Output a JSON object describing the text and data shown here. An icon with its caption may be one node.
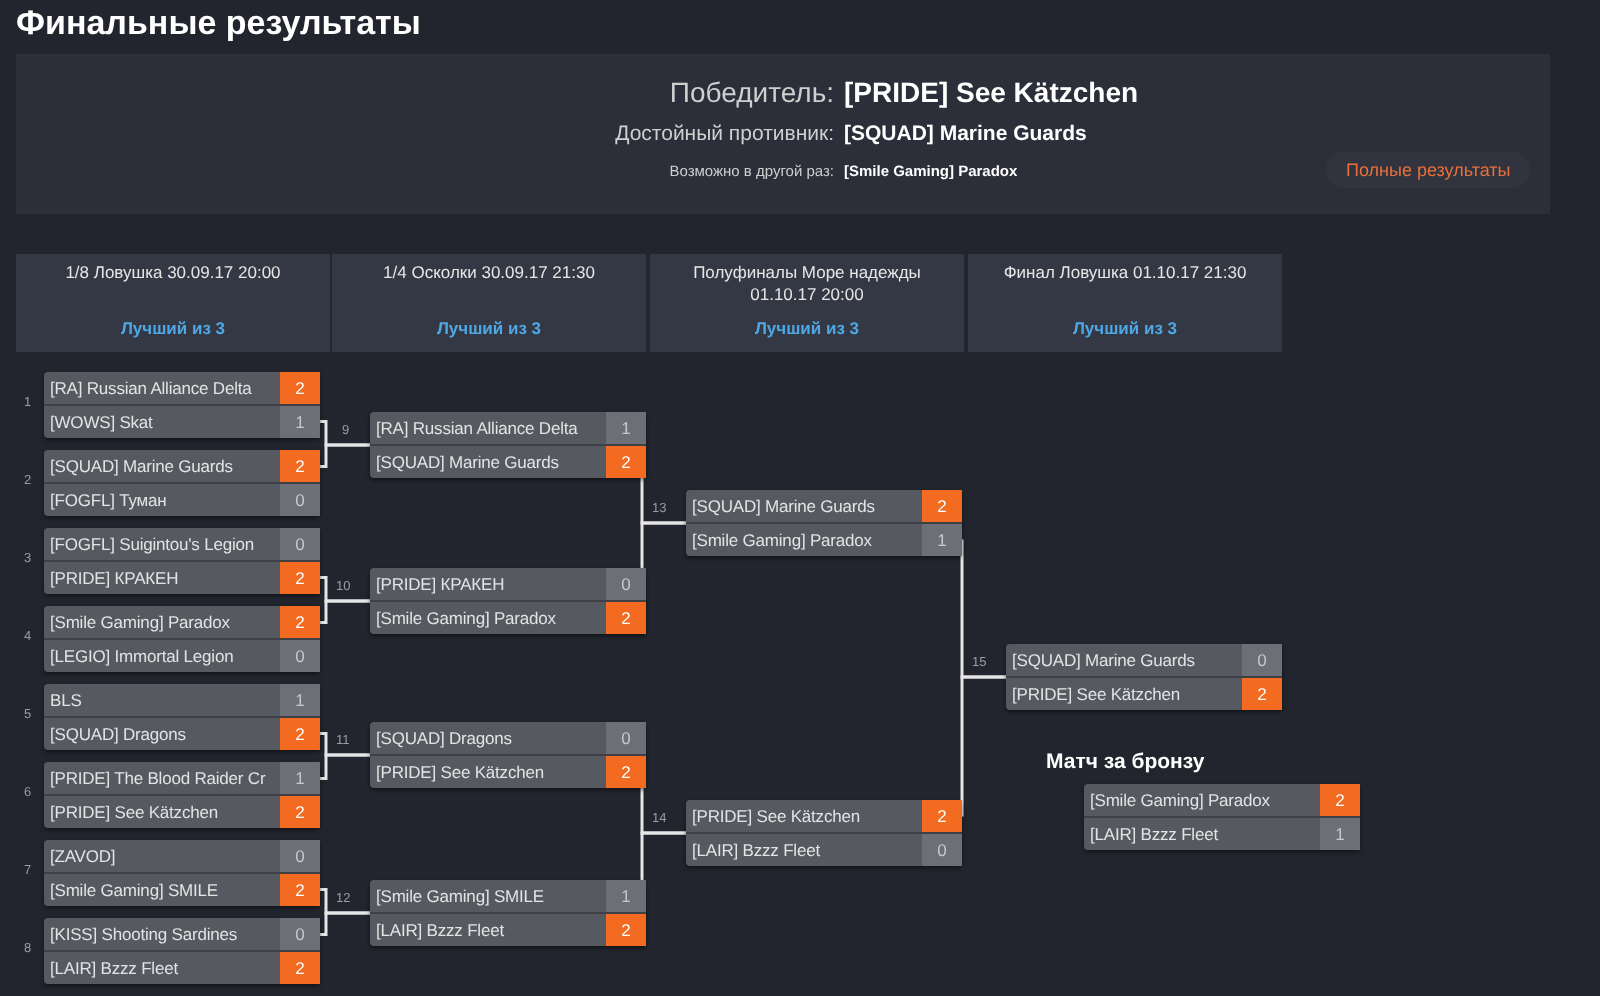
{
  "diagram": {
    "title": "Финальные результаты",
    "nodes": [
      {
        "text": [
          "[RA] Russian Alliance Delta",
          "2",
          "[WOWS] Skat",
          "1"
        ],
        "beside": [
          "1"
        ]
      },
      {
        "text": [
          "[SQUAD] Marine Guards",
          "2",
          "[FOGFL] Туман",
          "0"
        ],
        "beside": [
          "2"
        ]
      },
      {
        "text": [
          "[FOGFL] Suigintou's Legion",
          "0",
          "[PRIDE] КРАКЕН",
          "2"
        ],
        "beside": [
          "3"
        ]
      },
      {
        "text": [
          "[Smile Gaming] Paradox",
          "2",
          "[LEGIO] Immortal Legion",
          "0"
        ],
        "beside": [
          "4"
        ]
      },
      {
        "text": [
          "BLS",
          "1",
          "[SQUAD] Dragons",
          "2"
        ],
        "beside": [
          "5"
        ]
      },
      {
        "text": [
          "[PRIDE] The Blood Raider Cr",
          "1",
          "[PRIDE] See Kätzchen",
          "2"
        ],
        "beside": [
          "6"
        ]
      },
      {
        "text": [
          "[ZAVOD]",
          "0",
          "[Smile Gaming] SMILE",
          "2"
        ],
        "beside": [
          "7"
        ]
      },
      {
        "text": [
          "[KISS] Shooting Sardines",
          "0",
          "[LAIR] Bzzz Fleet",
          "2"
        ],
        "beside": [
          "8"
        ]
      },
      {
        "text": [
          "[RA] Russian Alliance Delta",
          "1",
          "[SQUAD] Marine Guards",
          "2"
        ],
        "beside": [
          "9"
        ]
      },
      {
        "text": [
          "[PRIDE] КРАКЕН",
          "0",
          "[Smile Gaming] Paradox",
          "2"
        ],
        "beside": [
          "10"
        ]
      },
      {
        "text": [
          "[SQUAD] Dragons",
          "0",
          "[PRIDE] See Kätzchen",
          "2"
        ],
        "beside": [
          "11"
        ]
      },
      {
        "text": [
          "[Smile Gaming] SMILE",
          "1",
          "[LAIR] Bzzz Fleet",
          "2"
        ],
        "beside": [
          "12"
        ]
      },
      {
        "text": [
          "[SQUAD] Marine Guards",
          "2",
          "[Smile Gaming] Paradox",
          "1"
        ],
        "beside": [
          "13"
        ]
      },
      {
        "text": [
          "[PRIDE] See Kätzchen",
          "2",
          "[LAIR] Bzzz Fleet",
          "0"
        ],
        "beside": [
          "14"
        ]
      },
      {
        "text": [
          "[SQUAD] Marine Guards",
          "0",
          "[PRIDE] See Kätzchen",
          "2"
        ],
        "beside": [
          "15"
        ]
      },
      {
        "text": [
          "Матч за бронзу",
          "[Smile Gaming] Paradox",
          "2",
          "[LAIR] Bzzz Fleet",
          "1"
        ]
      }
    ],
    "edges": [
      {
        "from": 0,
        "to": 8,
        "arrow": "none"
      },
      {
        "from": 1,
        "to": 8,
        "arrow": "none"
      },
      {
        "from": 2,
        "to": 9,
        "arrow": "none"
      },
      {
        "from": 3,
        "to": 9,
        "arrow": "none"
      },
      {
        "from": 4,
        "to": 10,
        "arrow": "none"
      },
      {
        "from": 5,
        "to": 10,
        "arrow": "none"
      },
      {
        "from": 6,
        "to": 11,
        "arrow": "none"
      },
      {
        "from": 7,
        "to": 11,
        "arrow": "none"
      },
      {
        "from": 8,
        "to": 12,
        "arrow": "none"
      },
      {
        "from": 9,
        "to": 12,
        "arrow": "none"
      },
      {
        "from": 10,
        "to": 13,
        "arrow": "none"
      },
      {
        "from": 11,
        "to": 13,
        "arrow": "none"
      },
      {
        "from": 12,
        "to": 14,
        "arrow": "none"
      },
      {
        "from": 13,
        "to": 14,
        "arrow": "none"
      }
    ],
    "labels": [
      "Победитель:",
      "[PRIDE] See Kätzchen",
      "Достойный противник:",
      "[SQUAD] Marine Guards",
      "Возможно в другой раз:",
      "[Smile Gaming] Paradox",
      "Полные результаты",
      "1/8 Ловушка 30.09.17 20:00",
      "1/4 Осколки 30.09.17 21:30",
      "Полуфиналы Море надежды 01.10.17 20:00",
      "Финал Ловушка 01.10.17 21:30",
      "Лучший из 3",
      "Лучший из 3",
      "Лучший из 3",
      "Лучший из 3"
    ]
  }
}
